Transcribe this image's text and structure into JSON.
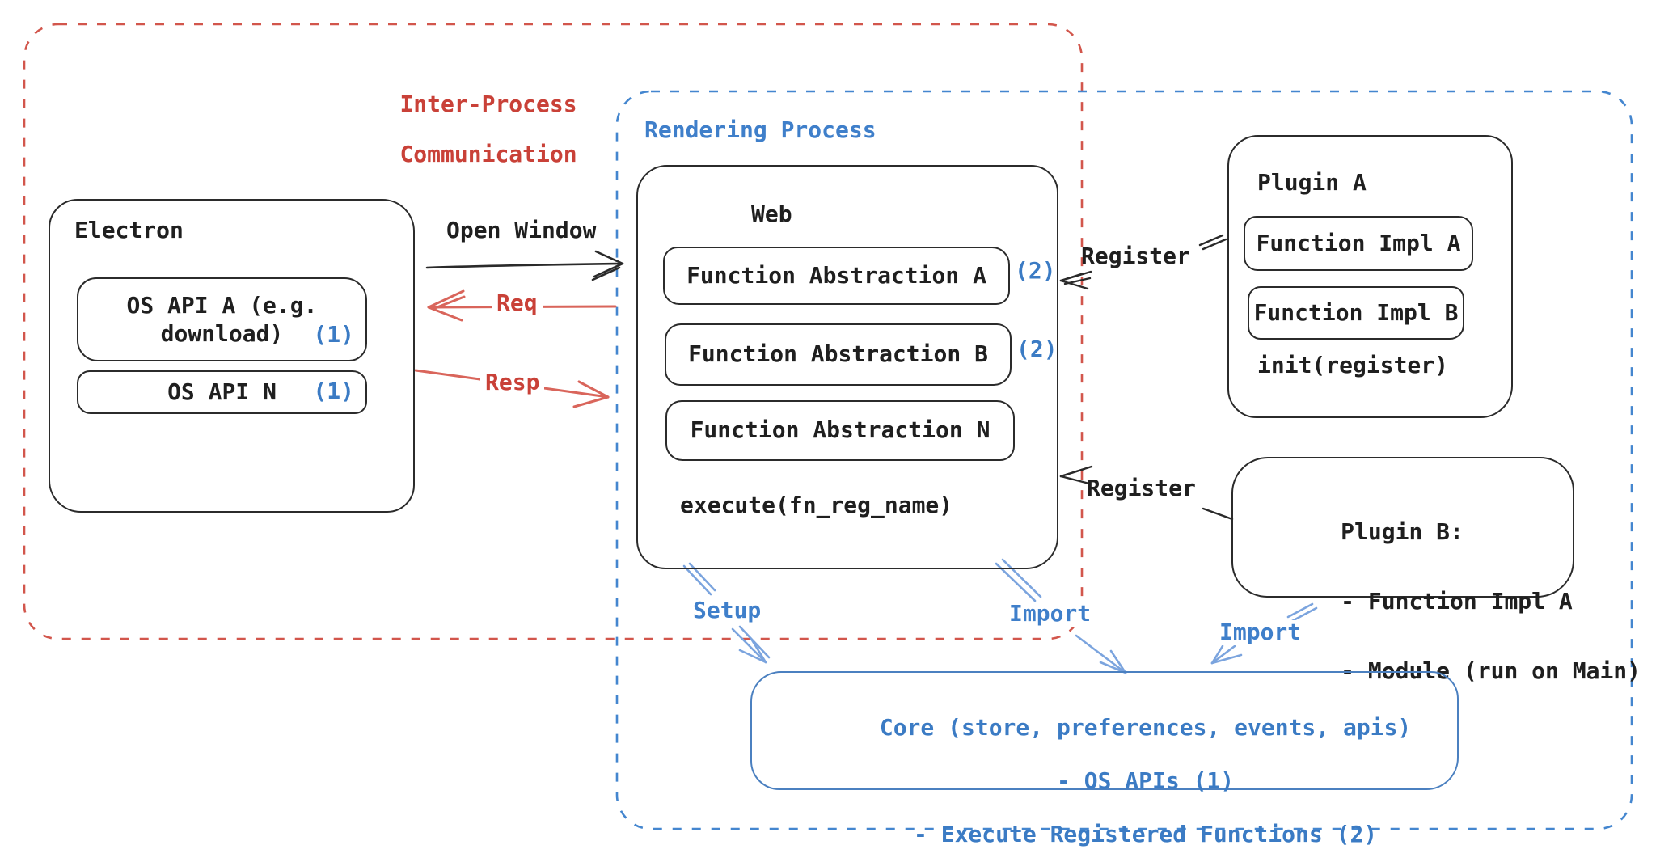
{
  "colors": {
    "red_text": "#c94138",
    "red_border": "#d2564c",
    "red_arrow": "#d9655b",
    "blue_text": "#3b7bc4",
    "blue_border": "#4486cf",
    "blue_arrow": "#7ba4de",
    "blue_label": "#3f7fca",
    "black": "#1f1f1f",
    "background": "#ffffff"
  },
  "regions": {
    "ipc": {
      "label_line1": "Inter-Process",
      "label_line2": "Communication"
    },
    "rendering": {
      "label": "Rendering Process"
    }
  },
  "electron": {
    "title": "Electron",
    "os_api_a": {
      "line1": "OS API A (e.g.",
      "line2": "download)",
      "badge": "(1)"
    },
    "os_api_n": {
      "label": "OS API N",
      "badge": "(1)"
    }
  },
  "web": {
    "title": "Web",
    "fn_a": {
      "label": "Function Abstraction A",
      "badge": "(2)"
    },
    "fn_b": {
      "label": "Function Abstraction B",
      "badge": "(2)"
    },
    "fn_n": {
      "label": "Function Abstraction N"
    },
    "execute_label": "execute(fn_reg_name)"
  },
  "plugin_a": {
    "title": "Plugin A",
    "impl_a": "Function Impl A",
    "impl_b": "Function Impl B",
    "init_label": "init(register)"
  },
  "plugin_b": {
    "title": "Plugin B:",
    "item1": "- Function Impl A",
    "item2": "- Module (run on Main)"
  },
  "core": {
    "line1": "Core (store, preferences, events, apis)",
    "line2": "- OS APIs (1)",
    "line3": "- Execute Registered Functions (2)"
  },
  "arrows": {
    "open_window": "Open Window",
    "req": "Req",
    "resp": "Resp",
    "register_top": "Register",
    "register_bottom": "Register",
    "setup": "Setup",
    "import_web": "Import",
    "import_plugin": "Import"
  }
}
